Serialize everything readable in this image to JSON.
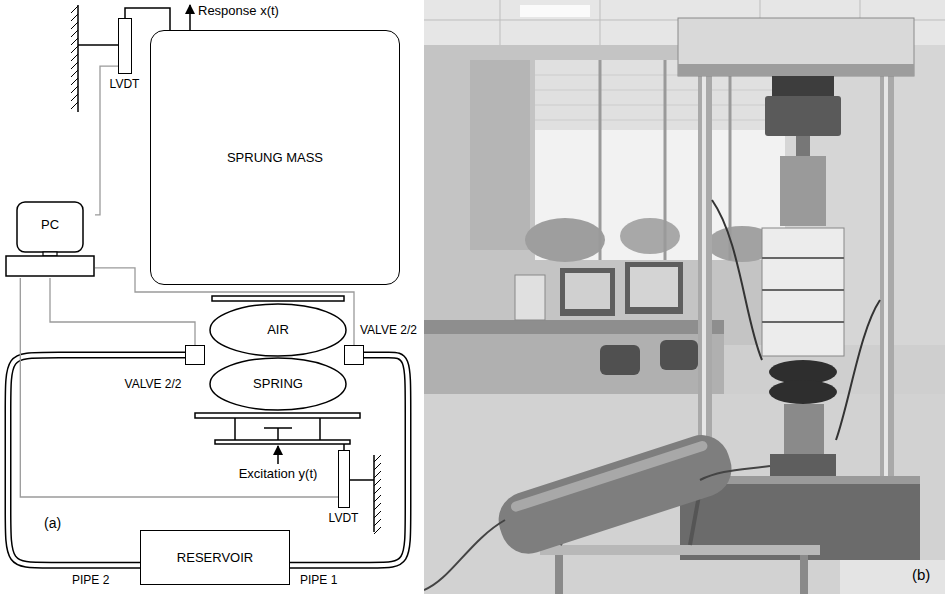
{
  "diagram": {
    "nodes": [
      {
        "text": [
          "LVDT"
        ]
      },
      {
        "text": [
          "SPRUNG MASS"
        ]
      },
      {
        "text": [
          "PC"
        ]
      },
      {
        "text": [
          "AIR SPRING"
        ]
      },
      {
        "text": [
          "VALVE 2/2"
        ]
      },
      {
        "text": [
          "VALVE 2/2"
        ]
      },
      {
        "text": [
          "LVDT"
        ]
      },
      {
        "text": [
          "RESERVOIR"
        ]
      }
    ],
    "edges": [
      {
        "from": 2,
        "to": 0,
        "arrow": "none"
      },
      {
        "from": 2,
        "to": 4,
        "arrow": "none"
      },
      {
        "from": 2,
        "to": 5,
        "arrow": "none"
      },
      {
        "from": 2,
        "to": 6,
        "arrow": "none"
      },
      {
        "from": 4,
        "to": 7,
        "arrow": "none"
      },
      {
        "from": 5,
        "to": 7,
        "arrow": "none"
      }
    ],
    "labels": [
      "Response x(t)",
      "Excitation y(t)",
      "PIPE 2",
      "PIPE 1",
      "(a)",
      "(b)"
    ]
  }
}
